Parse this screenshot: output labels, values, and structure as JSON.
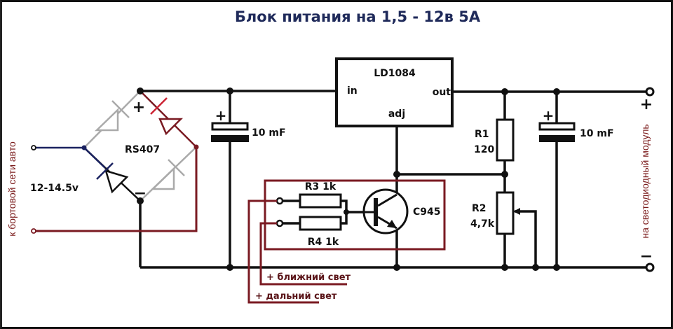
{
  "title": "Блок питания на 1,5 - 12в 5А",
  "colors": {
    "wire": "#111111",
    "red_wire": "#7a1a22",
    "blue_wire": "#1a2260",
    "gray_diode": "#aaaaaa",
    "title": "#1f2a5a"
  },
  "input": {
    "side_label": "к бортовой сети авто",
    "voltage": "12-14.5v"
  },
  "bridge": {
    "name": "RS407",
    "plus": "+",
    "minus": "−"
  },
  "c_in": {
    "polarity": "+",
    "value": "10 mF"
  },
  "regulator": {
    "name": "LD1084",
    "pin_in": "in",
    "pin_out": "out",
    "pin_adj": "adj"
  },
  "r1": {
    "name": "R1",
    "value": "120"
  },
  "r2": {
    "name": "R2",
    "value": "4,7k"
  },
  "c_out": {
    "polarity": "+",
    "value": "10 mF"
  },
  "r3": {
    "label": "R3 1k"
  },
  "r4": {
    "label": "R4 1k"
  },
  "transistor": {
    "name": "C945"
  },
  "lights": {
    "low_beam": "+ ближний свет",
    "high_beam": "+ дальний свет"
  },
  "output": {
    "side_label": "на светодиодный модуль",
    "plus": "+",
    "minus": "−"
  }
}
